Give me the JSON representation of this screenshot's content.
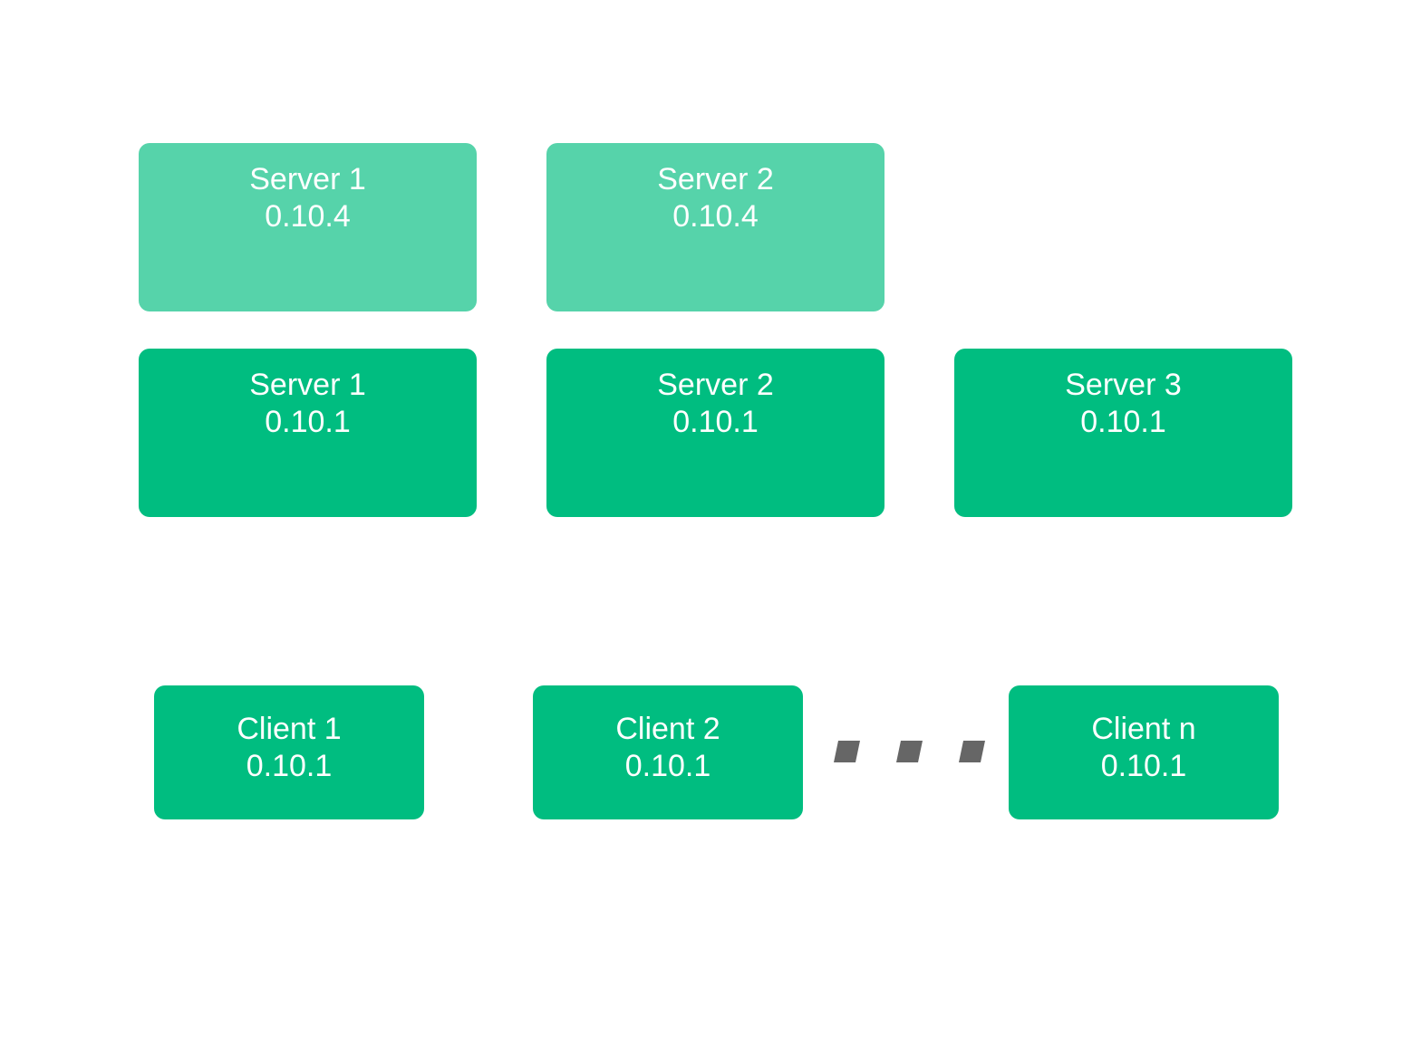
{
  "colors": {
    "upgraded": "#56d3aa",
    "current": "#00bd80",
    "ellipsis": "#666666"
  },
  "upgraded_servers": [
    {
      "name": "Server 1",
      "version": "0.10.4"
    },
    {
      "name": "Server 2",
      "version": "0.10.4"
    }
  ],
  "servers": [
    {
      "name": "Server 1",
      "version": "0.10.1"
    },
    {
      "name": "Server 2",
      "version": "0.10.1"
    },
    {
      "name": "Server 3",
      "version": "0.10.1"
    }
  ],
  "clients": [
    {
      "name": "Client 1",
      "version": "0.10.1"
    },
    {
      "name": "Client 2",
      "version": "0.10.1"
    },
    {
      "name": "Client n",
      "version": "0.10.1"
    }
  ]
}
